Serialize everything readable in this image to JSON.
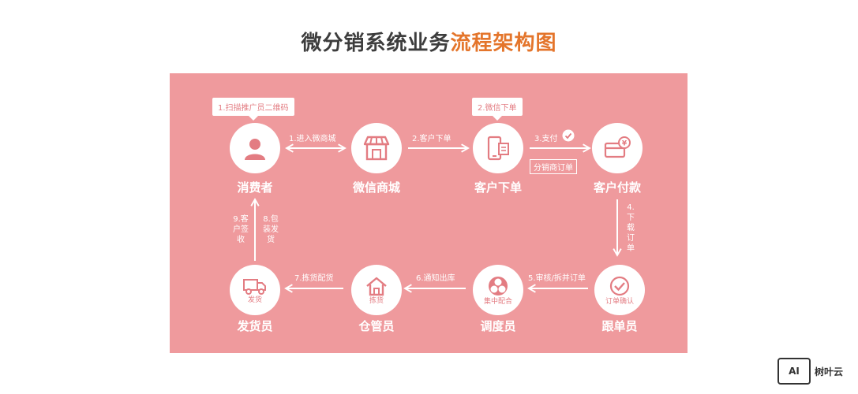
{
  "title": {
    "main": "微分销系统业务",
    "highlight": "流程架构图"
  },
  "nodes": {
    "consumer": {
      "label": "消费者"
    },
    "mall": {
      "label": "微信商城"
    },
    "order": {
      "label": "客户下单"
    },
    "pay": {
      "label": "客户付款"
    },
    "follow": {
      "label": "跟单员",
      "sub": "订单确认"
    },
    "dispatch": {
      "label": "调度员",
      "sub": "集中配合"
    },
    "warehouse": {
      "label": "仓管员",
      "sub": "拣货"
    },
    "shipper": {
      "label": "发货员",
      "sub": "发货"
    }
  },
  "callouts": {
    "scan": "1.扫描推广员二维码",
    "wechat_order": "2.微信下单"
  },
  "tag": "分销商订单",
  "edges": {
    "e1": "1.进入微商城",
    "e2": "2.客户下单",
    "e3": "3.支付",
    "e4": "4.下载订单",
    "e5": "5.审核/拆并订单",
    "e6": "6.通知出库",
    "e7": "7.拣货配货",
    "e8": "8.包装发货",
    "e9": "9.客户签收"
  },
  "logo": {
    "box": "AI",
    "brand": "树叶云"
  },
  "colors": {
    "panel": "#ef9a9d",
    "accent": "#e4752b",
    "title": "#3d3d3d"
  }
}
